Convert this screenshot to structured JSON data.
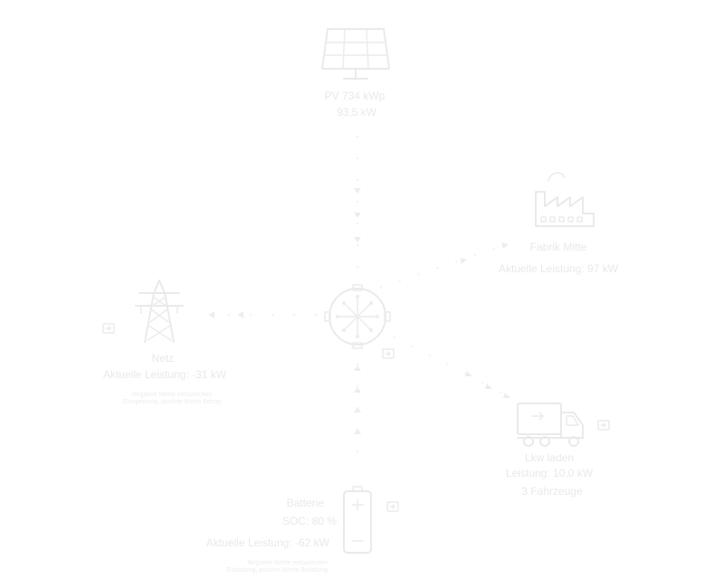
{
  "theme": {
    "stroke": "#eaeaea",
    "text": "#e9e9e9",
    "flow": "#ececec"
  },
  "pv": {
    "name": "PV 734 kWp",
    "value": "93,5 kW",
    "icon": "solar-panel-icon"
  },
  "factory": {
    "name": "Fabrik Mitte",
    "value": "Aktuelle Leistung: 97 kW",
    "icon": "factory-icon"
  },
  "grid": {
    "name": "Netz",
    "value": "Aktuelle Leistung: -31 kW",
    "note_line1": "Negative Werte entsprechen",
    "note_line2": "Einspeisung, positive Werte Bezug",
    "icon": "power-tower-icon",
    "open_icon": "open-detail-icon"
  },
  "truck": {
    "name": "Lkw laden",
    "value": "Leistung: 10,0 kW",
    "extra": "3 Fahrzeuge",
    "icon": "truck-icon",
    "open_icon": "open-detail-icon"
  },
  "battery": {
    "name": "Batterie",
    "soc": "SOC: 80 %",
    "value": "Aktuelle Leistung: -62 kW",
    "note_line1": "Negative Werte entsprechen",
    "note_line2": "Entladung, positive Werte Beladung",
    "icon": "battery-icon",
    "open_icon": "open-detail-icon"
  },
  "hub": {
    "icon": "energy-hub-icon",
    "open_icon": "open-detail-icon"
  }
}
